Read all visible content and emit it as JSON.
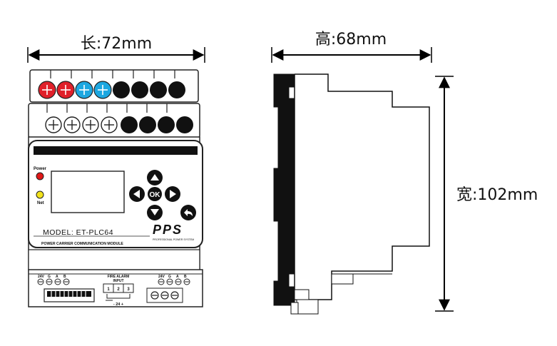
{
  "dimensions": {
    "length_label": "长:72mm",
    "height_label": "高:68mm",
    "width_label": "宽:102mm"
  },
  "front_panel": {
    "indicator_power": "Power",
    "indicator_net": "Net",
    "model": "MODEL: ET-PLC64",
    "brand": "PPS",
    "brand_sub": "PROFESSIONAL POWER SYSTEM",
    "module_name": "POWER CARRIER COMMUNICATION MODULE",
    "ok_label": "OK",
    "fire_alarm_line1": "FIRE ALARM",
    "fire_alarm_line2": "INPUT",
    "fire_alarm_pins": [
      "1",
      "2",
      "3"
    ],
    "fire_alarm_bottom": "- 24 +",
    "left_terminal_labels": [
      "24V",
      "G",
      "A",
      "B"
    ],
    "right_terminal_labels": [
      "24V",
      "G",
      "A",
      "B"
    ]
  },
  "colors": {
    "red_terminal": "#e0202a",
    "blue_terminal": "#1da7e0",
    "black_terminal": "#111111",
    "power_led": "#e01818",
    "net_led": "#f2e21c"
  }
}
